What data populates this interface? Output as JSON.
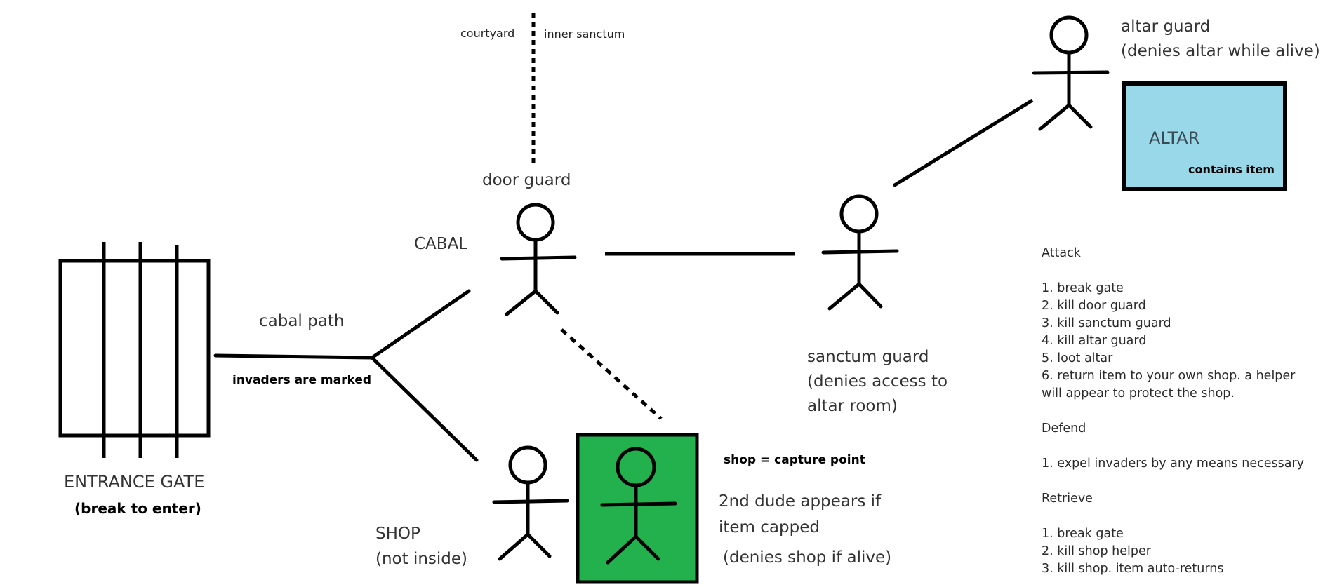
{
  "entrance_gate": {
    "label": "ENTRANCE GATE",
    "note": "(break to enter)"
  },
  "cabal_path": {
    "label": "cabal path",
    "note": "invaders are marked"
  },
  "divider": {
    "left_label": "courtyard",
    "right_label": "inner sanctum"
  },
  "door_guard": {
    "label": "door guard",
    "faction_label": "CABAL"
  },
  "shop": {
    "label": "SHOP",
    "note": "(not inside)",
    "capture_label": "shop = capture point",
    "helper_note": "2nd dude appears if\nitem capped",
    "deny_note": "(denies shop if alive)"
  },
  "sanctum_guard": {
    "label": "sanctum guard\n(denies access to\naltar room)"
  },
  "altar_guard": {
    "label": "altar guard\n(denies altar while alive)"
  },
  "altar": {
    "label": "ALTAR",
    "contents": "contains item"
  },
  "colors": {
    "altar_fill": "#99d8e8",
    "shop_fill": "#22b14c",
    "ink": "#000000"
  },
  "plan": {
    "attack": {
      "title": "Attack",
      "steps": [
        "1. break gate",
        "2. kill door guard",
        "3. kill sanctum guard",
        "4. kill altar guard",
        "5. loot altar",
        "6. return item to your own shop. a helper",
        "will appear to protect the shop."
      ]
    },
    "defend": {
      "title": "Defend",
      "steps": [
        "1. expel invaders by any means necessary"
      ]
    },
    "retrieve": {
      "title": "Retrieve",
      "steps": [
        "1. break gate",
        "2. kill shop helper",
        "3. kill shop. item auto-returns"
      ]
    }
  }
}
